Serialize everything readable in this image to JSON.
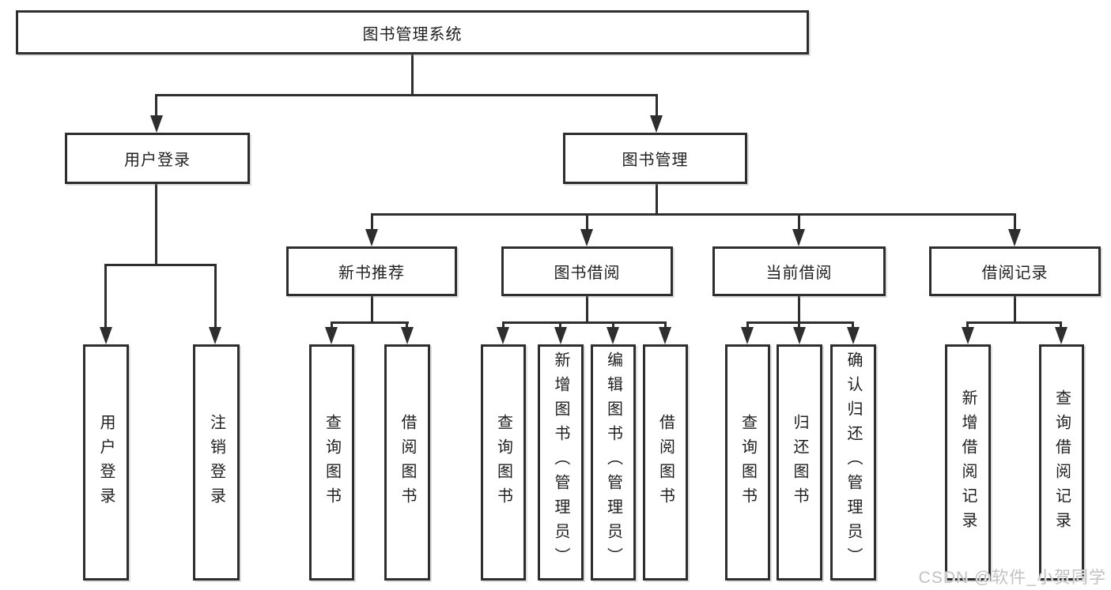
{
  "colors": {
    "background": "#ffffff",
    "line": "#2e2e2e",
    "box_border": "#2e2e2e",
    "box_fill": "#ffffff",
    "text": "#1f1f1f",
    "watermark": "#c1c1c1"
  },
  "watermark": {
    "text": "CSDN @软件_小贺同学"
  },
  "tree": {
    "root": {
      "label": "图书管理系统"
    },
    "branches": [
      {
        "label": "用户登录",
        "children": [
          {
            "label": "用户登录"
          },
          {
            "label": "注销登录"
          }
        ]
      },
      {
        "label": "图书管理",
        "children": [
          {
            "label": "新书推荐",
            "children": [
              {
                "label": "查询图书"
              },
              {
                "label": "借阅图书"
              }
            ]
          },
          {
            "label": "图书借阅",
            "children": [
              {
                "label": "查询图书"
              },
              {
                "label": "新增图书（管理员）"
              },
              {
                "label": "编辑图书（管理员）"
              },
              {
                "label": "借阅图书"
              }
            ]
          },
          {
            "label": "当前借阅",
            "children": [
              {
                "label": "查询图书"
              },
              {
                "label": "归还图书"
              },
              {
                "label": "确认归还（管理员）"
              }
            ]
          },
          {
            "label": "借阅记录",
            "children": [
              {
                "label": "新增借阅记录"
              },
              {
                "label": "查询借阅记录"
              }
            ]
          }
        ]
      }
    ]
  }
}
